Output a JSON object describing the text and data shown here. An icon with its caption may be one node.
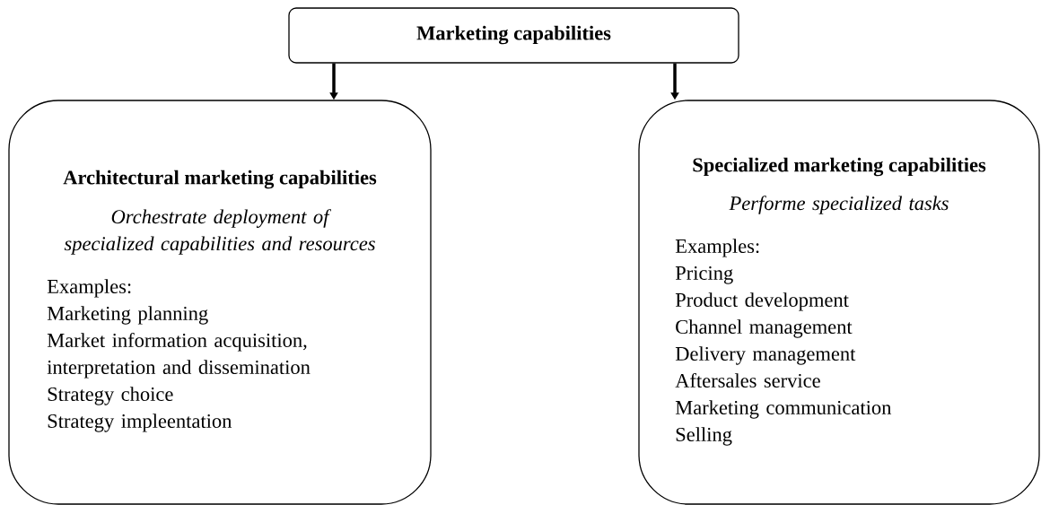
{
  "diagram": {
    "nodes": [
      {
        "text": [
          "Marketing capabilities"
        ]
      },
      {
        "text": [
          "Architectural marketing capabilities",
          "Orchestrate deployment of specialized capabilities and resources",
          "Examples:",
          "Marketing planning",
          "Market information acquisition, interpretation and dissemination",
          "Strategy choice",
          "Strategy impleentation"
        ]
      },
      {
        "text": [
          "Specialized marketing capabilities",
          "Performe specialized tasks",
          "Examples:",
          "Pricing",
          "Product development",
          "Channel management",
          "Delivery management",
          "Aftersales service",
          "Marketing communication",
          "Selling"
        ]
      }
    ],
    "edges": [
      {
        "from": 0,
        "to": 1,
        "arrow": "to"
      },
      {
        "from": 0,
        "to": 2,
        "arrow": "to"
      }
    ]
  }
}
